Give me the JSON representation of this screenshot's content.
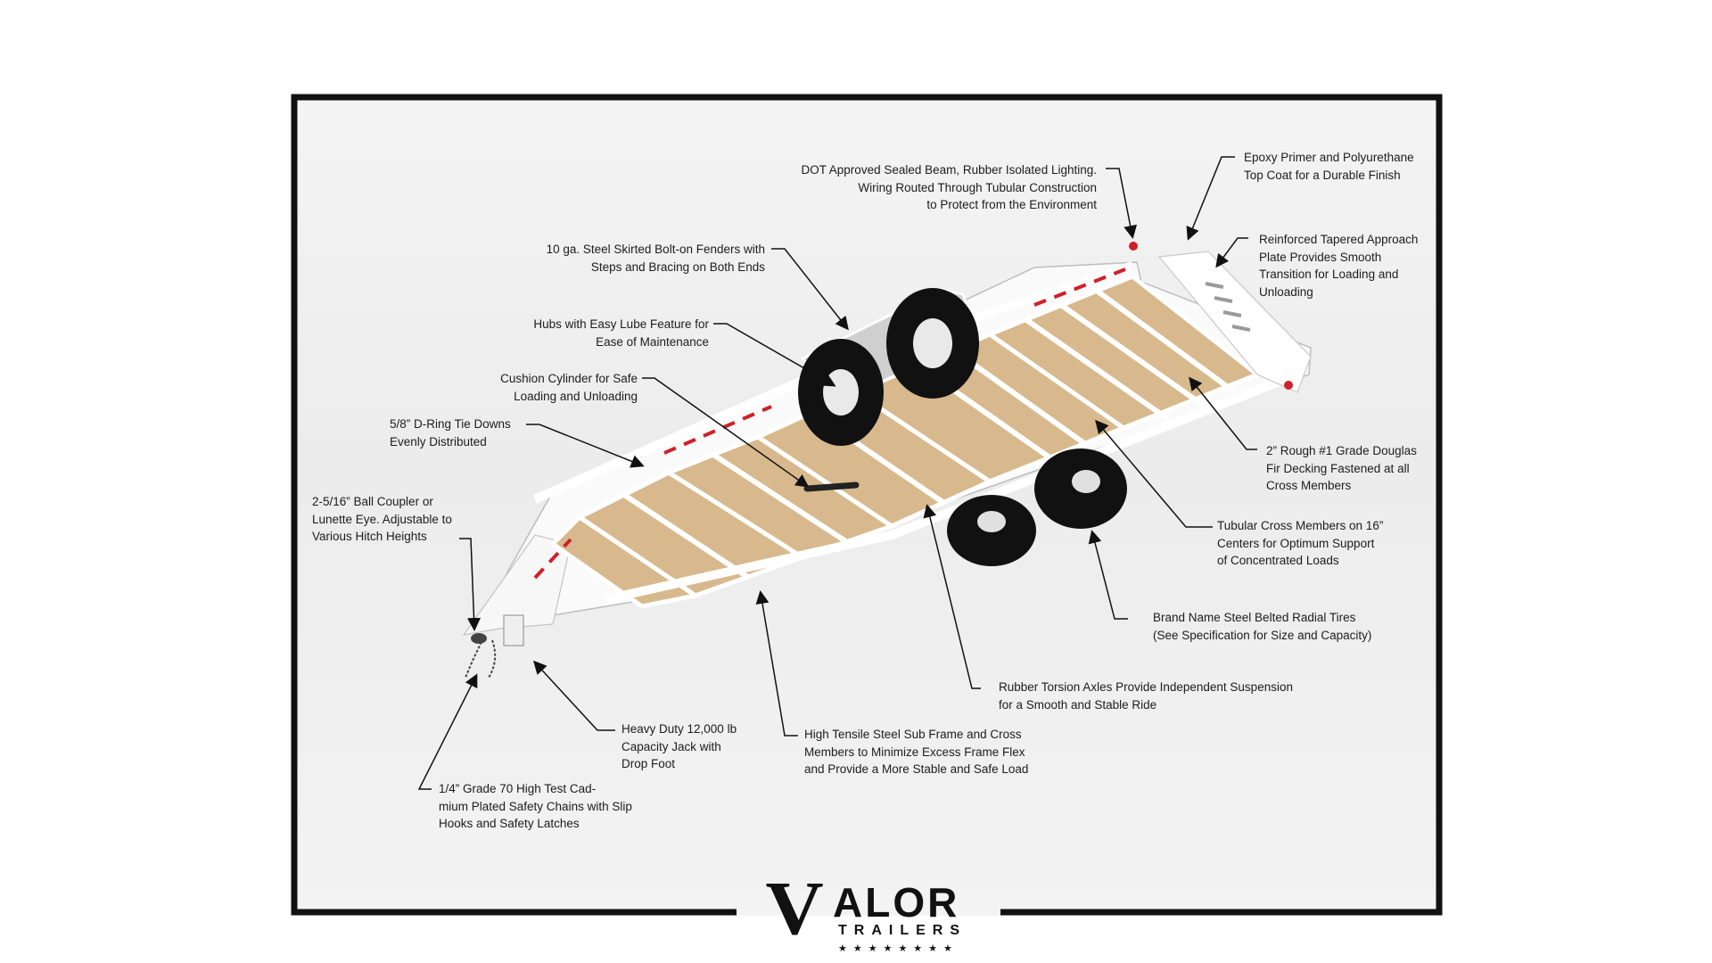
{
  "callouts": {
    "lighting": "DOT Approved Sealed Beam, Rubber Isolated Lighting.\nWiring Routed Through Tubular Construction\nto Protect from the Environment",
    "epoxy": "Epoxy Primer and Polyurethane\nTop Coat for a Durable Finish",
    "approach_plate": "Reinforced Tapered Approach\nPlate Provides Smooth\nTransition for Loading and\nUnloading",
    "fenders": "10 ga.  Steel Skirted Bolt-on Fenders with\nSteps and Bracing on Both Ends",
    "hubs": "Hubs with Easy Lube Feature for\nEase of Maintenance",
    "cushion": "Cushion Cylinder for Safe\nLoading and Unloading",
    "dring": "5/8” D-Ring Tie Downs\nEvenly Distributed",
    "coupler": "2-5/16” Ball Coupler or\nLunette Eye.  Adjustable to\nVarious Hitch Heights",
    "decking": "2” Rough #1 Grade Douglas\nFir Decking Fastened at all\nCross Members",
    "cross_members": "Tubular Cross Members on 16”\nCenters for Optimum Support\nof Concentrated Loads",
    "tires": "Brand Name Steel Belted Radial Tires\n(See Specification for Size and Capacity)",
    "axles": "Rubber Torsion Axles Provide Independent Suspension\nfor a Smooth and Stable Ride",
    "jack": "Heavy Duty 12,000 lb\nCapacity Jack with\nDrop Foot",
    "subframe": "High Tensile Steel Sub Frame and Cross\nMembers to Minimize Excess Frame Flex\nand Provide a More Stable and Safe Load",
    "chains": "1/4” Grade 70 High Test Cad-\nmium  Plated Safety Chains with Slip\nHooks and Safety Latches"
  },
  "logo": {
    "mark": "V",
    "word": "ALOR",
    "sub": "TRAILERS",
    "stars": "★★★★★★★★"
  },
  "colors": {
    "frame_border": "#111111",
    "deck_wood": "#d8b98d",
    "trailer_white": "#ffffff",
    "tire_black": "#111111",
    "reflector_red": "#d0202a"
  }
}
